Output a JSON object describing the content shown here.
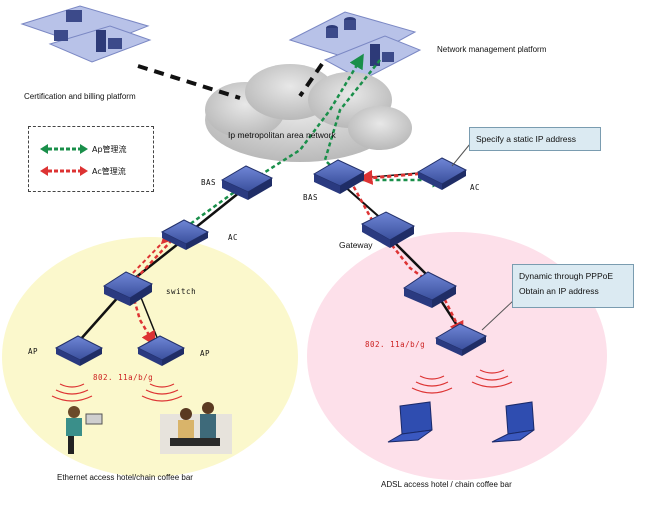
{
  "labels": {
    "certification": "Certification and billing platform",
    "network_mgmt": "Network management platform",
    "cloud": "Ip metropolitan area network",
    "bas_left": "BAS",
    "bas_right": "BAS",
    "ac_left": "AC",
    "ac_right": "AC",
    "switch": "switch",
    "gateway": "Gateway",
    "ap_left": "AP",
    "ap_right": "AP",
    "wifi_left": "802. 11a/b/g",
    "wifi_right": "802. 11a/b/g",
    "ethernet_area": "Ethernet access hotel/chain coffee bar",
    "adsl_area": "ADSL access hotel / chain coffee bar"
  },
  "legend": {
    "ap_flow": "Ap管理流",
    "ac_flow": "Ac管理流"
  },
  "callouts": {
    "static_ip": "Specify a static IP address",
    "pppoe_line1": "Dynamic through PPPoE",
    "pppoe_line2": "Obtain an IP address"
  },
  "colors": {
    "ap_flow": "#1a8f4a",
    "ac_flow": "#dd3333",
    "ethernet_zone": "#fbf8cc",
    "adsl_zone": "#fde0ea",
    "device": "#3a4f9c"
  }
}
